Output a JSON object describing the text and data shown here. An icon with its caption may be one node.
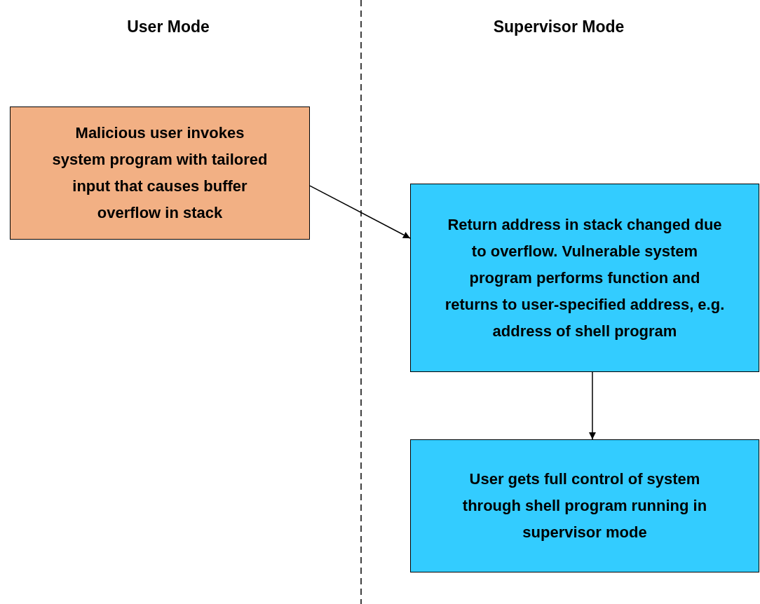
{
  "diagram": {
    "nodes": [
      {
        "text": [
          "Malicious user invokes system program with tailored input that causes buffer overflow in stack"
        ]
      },
      {
        "text": [
          "Return address in stack changed due to overflow. Vulnerable system program performs function and returns to user-specified address, e.g. address of shell program"
        ]
      },
      {
        "text": [
          "User gets full control of system through shell program running in supervisor mode"
        ]
      }
    ],
    "edges": [
      {
        "from": 0,
        "to": 1,
        "arrow": "to"
      },
      {
        "from": 1,
        "to": 2,
        "arrow": "to"
      }
    ],
    "labels": [
      "User Mode",
      "Supervisor Mode"
    ]
  }
}
